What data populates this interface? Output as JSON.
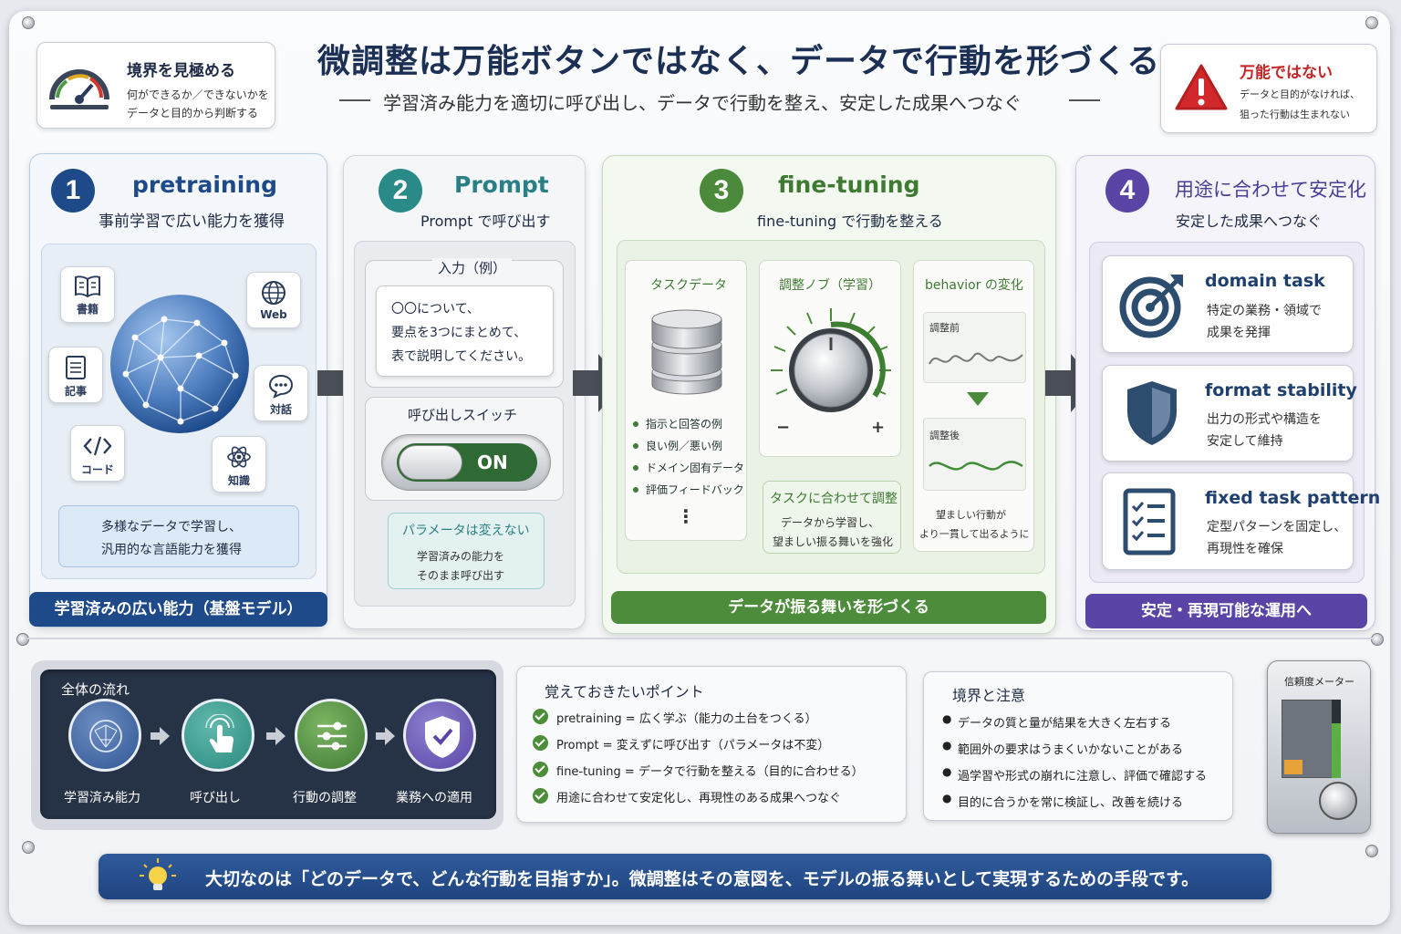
{
  "header": {
    "title": "微調整は万能ボタンではなく、データで行動を形づくるもの",
    "subtitle": "学習済み能力を適切に呼び出し、データで行動を整え、安定した成果へつなぐ",
    "left_card": {
      "title": "境界を見極める",
      "line1": "何ができるか／できないかを",
      "line2": "データと目的から判断する"
    },
    "right_card": {
      "title": "万能ではない",
      "line1": "データと目的がなければ、",
      "line2": "狙った行動は生まれない"
    }
  },
  "step1": {
    "number": "1",
    "title": "pretraining",
    "subtitle": "事前学習で広い能力を獲得",
    "chips": {
      "books": "書籍",
      "web": "Web",
      "article": "記事",
      "dialog": "対話",
      "code": "コード",
      "knowledge": "知識"
    },
    "note1": "多様なデータで学習し、",
    "note2": "汎用的な言語能力を獲得",
    "banner": "学習済みの広い能力（基盤モデル）"
  },
  "step2": {
    "number": "2",
    "title": "Prompt",
    "subtitle": "Prompt で呼び出す",
    "input_label": "入力（例）",
    "input_lines": [
      "〇〇について、",
      "要点を3つにまとめて、",
      "表で説明してください。"
    ],
    "switch_label": "呼び出しスイッチ",
    "switch_state": "ON",
    "param_title": "パラメータは変えない",
    "param_line1": "学習済みの能力を",
    "param_line2": "そのまま呼び出す"
  },
  "step3": {
    "number": "3",
    "title": "fine-tuning",
    "subtitle": "fine-tuning で行動を整える",
    "task_data_title": "タスクデータ",
    "task_data_items": [
      "指示と回答の例",
      "良い例／悪い例",
      "ドメイン固有データ",
      "評価フィードバック"
    ],
    "more": "⋮",
    "knob_title": "調整ノブ（学習）",
    "minus": "−",
    "plus": "+",
    "knob_note_title": "タスクに合わせて調整",
    "knob_note_line1": "データから学習し、",
    "knob_note_line2": "望ましい振る舞いを強化",
    "behavior_title": "behavior の変化",
    "before": "調整前",
    "after": "調整後",
    "behavior_note1": "望ましい行動が",
    "behavior_note2": "より一貫して出るように",
    "banner": "データが振る舞いを形づくる"
  },
  "step4": {
    "number": "4",
    "title": "用途に合わせて安定化",
    "subtitle": "安定した成果へつなぐ",
    "items": [
      {
        "title": "domain task",
        "line1": "特定の業務・領域で",
        "line2": "成果を発揮"
      },
      {
        "title": "format stability",
        "line1": "出力の形式や構造を",
        "line2": "安定して維持"
      },
      {
        "title": "fixed task pattern",
        "line1": "定型パターンを固定し、",
        "line2": "再現性を確保"
      }
    ],
    "banner": "安定・再現可能な運用へ"
  },
  "flow": {
    "title": "全体の流れ",
    "steps": [
      "学習済み能力",
      "呼び出し",
      "行動の調整",
      "業務への適用"
    ]
  },
  "points": {
    "title": "覚えておきたいポイント",
    "items": [
      "pretraining = 広く学ぶ（能力の土台をつくる）",
      "Prompt = 変えずに呼び出す（パラメータは不変）",
      "fine-tuning = データで行動を整える（目的に合わせる）",
      "用途に合わせて安定化し、再現性のある成果へつなぐ"
    ]
  },
  "cautions": {
    "title": "境界と注意",
    "items": [
      "データの質と量が結果を大きく左右する",
      "範囲外の要求はうまくいかないことがある",
      "過学習や形式の崩れに注意し、評価で確認する",
      "目的に合うかを常に検証し、改善を続ける"
    ]
  },
  "meter": {
    "title": "信頼度メーター",
    "level": 0.7
  },
  "footer": {
    "message": "大切なのは「どのデータで、どんな行動を目指すか」。微調整はその意図を、モデルの振る舞いとして実現するための手段です。"
  },
  "colors": {
    "navy": "#1f4a8a",
    "teal": "#2a8a88",
    "green": "#4a8a3a",
    "purple": "#5a45a6",
    "dark": "#263246"
  }
}
